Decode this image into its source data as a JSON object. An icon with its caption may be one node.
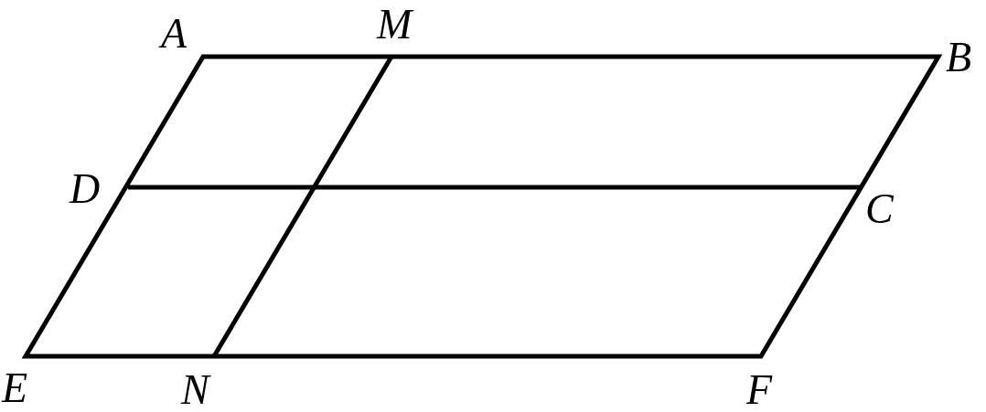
{
  "diagram": {
    "labels": [
      "A",
      "M",
      "B",
      "D",
      "C",
      "E",
      "N",
      "F"
    ]
  }
}
